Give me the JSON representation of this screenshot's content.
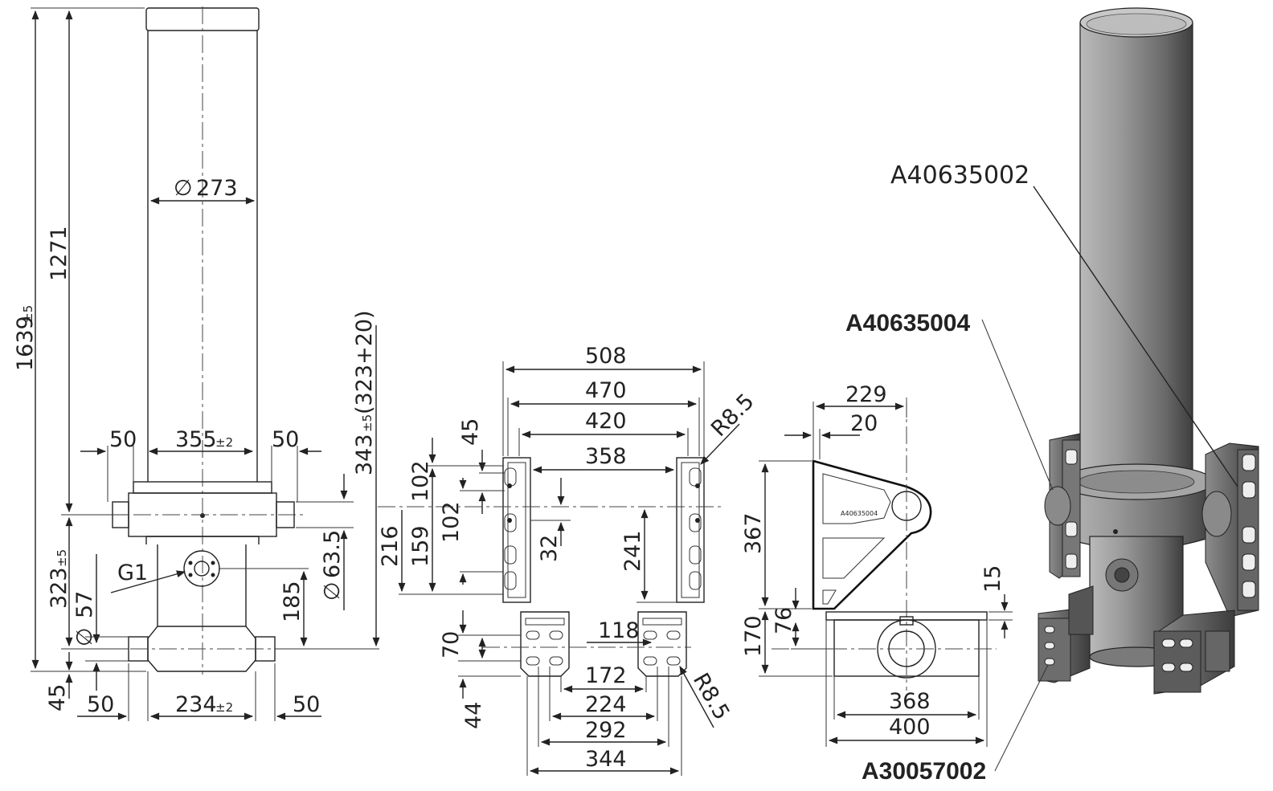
{
  "colors": {
    "line": "#222222",
    "cylinder_light": "#c9c9c9",
    "cylinder_dark": "#4a4a4a",
    "bracket": "#555555",
    "background": "#ffffff"
  },
  "front_view": {
    "overall_height": "1639",
    "overall_height_tol": "±5",
    "stroke_length": "1271",
    "tube_diameter": "273",
    "lower_height": "323",
    "lower_height_tol": "±5",
    "trunnion_width": "355",
    "trunnion_width_tol": "±2",
    "trunnion_left_offset": "50",
    "trunnion_right_offset": "50",
    "port_label": "G1",
    "port_flange_diameter": "63.5",
    "port_height": "185",
    "bottom_pin_diameter": "57",
    "bottom_offset": "45",
    "base_width": "234",
    "base_width_tol": "±2",
    "base_left_offset": "50",
    "base_right_offset": "50",
    "install_height": "343",
    "install_height_tol": "±5",
    "install_height_note": "(323+20)",
    "pin_to_base": "216"
  },
  "bracket_view": {
    "width_outer": "508",
    "width_2": "470",
    "width_3": "420",
    "width_inner": "358",
    "radius_top": "R8.5",
    "slot_top": "45",
    "slot_spacing_1": "102",
    "slot_spacing_2": "102",
    "slot_block": "159",
    "slot_offset": "32",
    "right_height": "241",
    "base_plate_height": "70",
    "base_plate_offset": "44",
    "base_hole_gap": "118",
    "base_width_1": "172",
    "base_width_2": "224",
    "base_width_3": "292",
    "base_width_4": "344",
    "radius_bottom": "R8.5"
  },
  "side_view": {
    "width_top": "229",
    "offset_top": "20",
    "height": "367",
    "height_lower": "170",
    "height_lower_2": "76",
    "thickness": "15",
    "width_bottom": "368",
    "width_bottom_outer": "400"
  },
  "iso_view": {
    "part_cylinder": "A40635002",
    "part_top_bracket": "A40635004",
    "part_bottom_bracket": "A30057002"
  }
}
